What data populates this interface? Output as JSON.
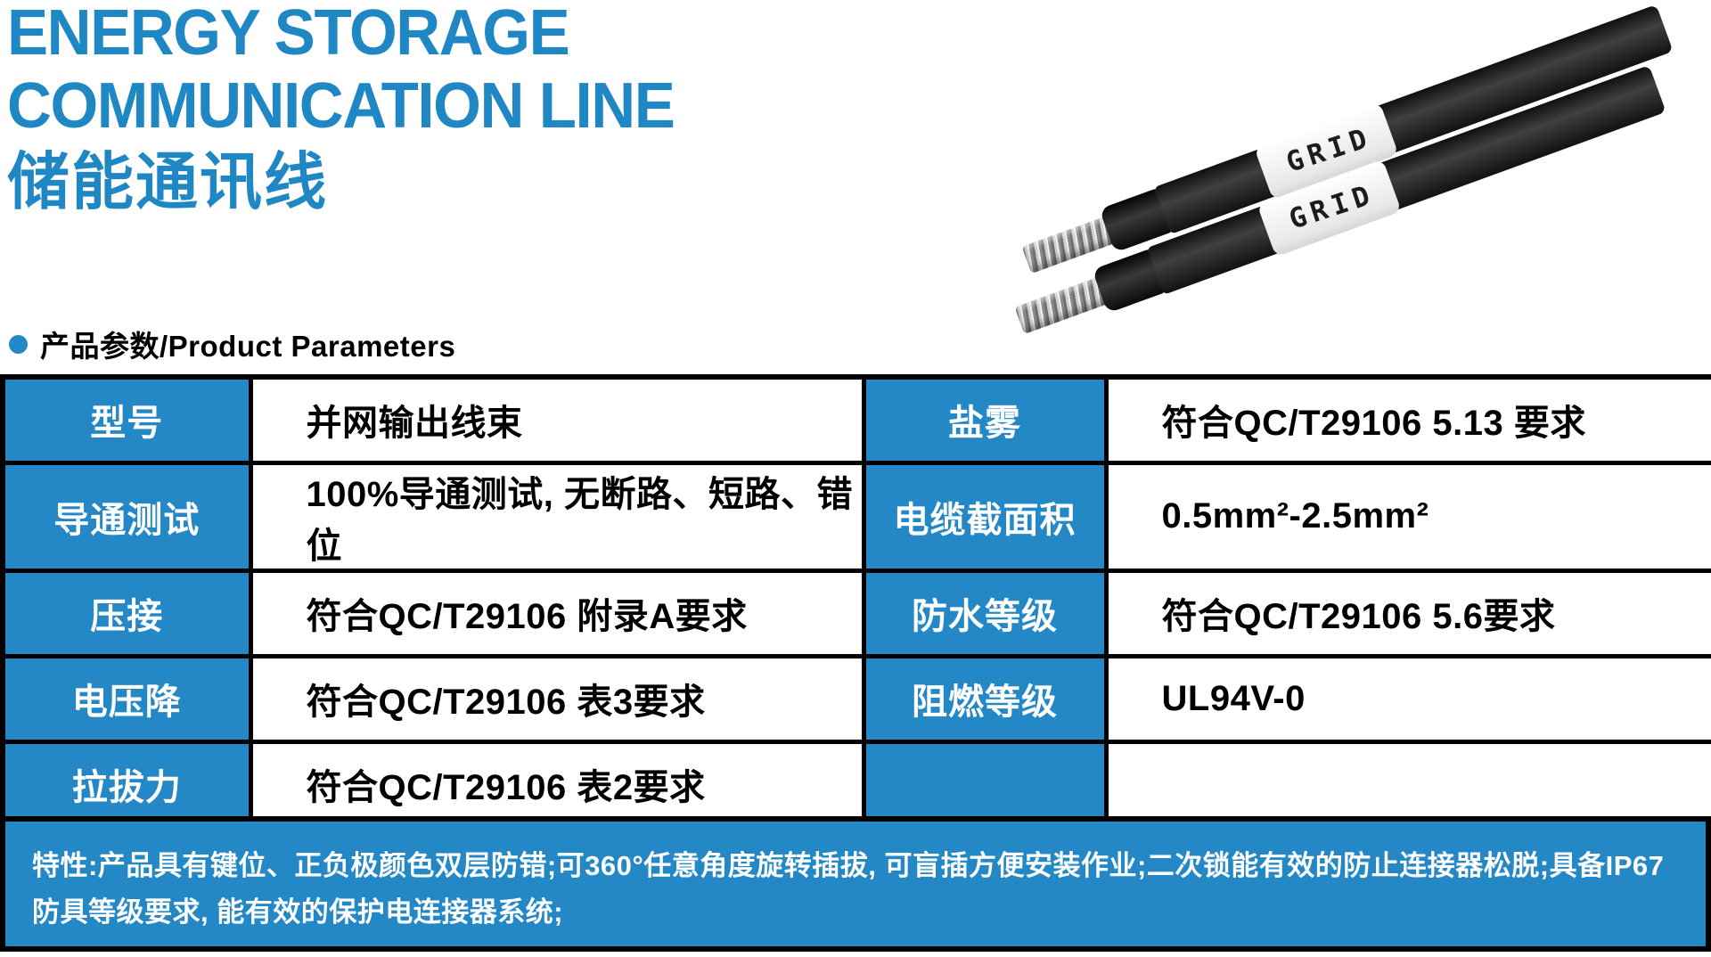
{
  "title": {
    "line1": "ENERGY STORAGE",
    "line2": "COMMUNICATION LINE",
    "line3": "储能通讯线"
  },
  "section": {
    "header": "产品参数/Product Parameters"
  },
  "product_image": {
    "label_text": "GRID"
  },
  "parameters_table": {
    "rows": [
      {
        "left_label": "型号",
        "left_value": "并网输出线束",
        "right_label": "盐雾",
        "right_value": "符合QC/T29106 5.13 要求"
      },
      {
        "left_label": "导通测试",
        "left_value": "100%导通测试, 无断路、短路、错位",
        "right_label": "电缆截面积",
        "right_value": "0.5mm²-2.5mm²"
      },
      {
        "left_label": "压接",
        "left_value": "符合QC/T29106 附录A要求",
        "right_label": "防水等级",
        "right_value": "符合QC/T29106 5.6要求"
      },
      {
        "left_label": "电压降",
        "left_value": "符合QC/T29106 表3要求",
        "right_label": "阻燃等级",
        "right_value": "UL94V-0"
      },
      {
        "left_label": "拉拔力",
        "left_value": "符合QC/T29106 表2要求",
        "right_label": "",
        "right_value": ""
      }
    ]
  },
  "feature_note": "特性:产品具有键位、正负极颜色双层防错;可360°任意角度旋转插拔, 可盲插方便安装作业;二次锁能有效的防止连接器松脱;具备IP67防具等级要求, 能有效的保护电连接器系统;",
  "colors": {
    "accent_blue": "#2388c5",
    "title_blue": "#1f87c4",
    "border_black": "#000000"
  }
}
